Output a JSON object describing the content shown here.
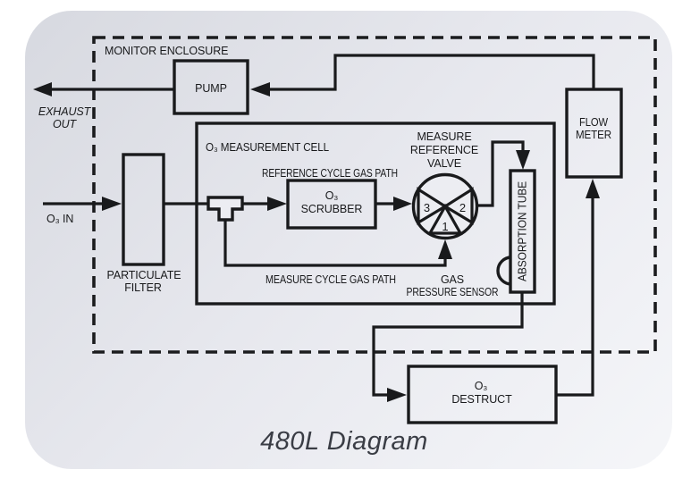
{
  "caption": "480L Diagram",
  "enclosure": {
    "label": "MONITOR ENCLOSURE"
  },
  "io": {
    "exhaust_line1": "EXHAUST",
    "exhaust_line2": "OUT",
    "inlet": "O₃ IN"
  },
  "paths": {
    "reference": "REFERENCE CYCLE GAS PATH",
    "measure": "MEASURE CYCLE GAS PATH"
  },
  "components": {
    "pump": {
      "label": "PUMP"
    },
    "particulate_filter": {
      "line1": "PARTICULATE",
      "line2": "FILTER"
    },
    "measurement_cell": {
      "label": "O₃ MEASUREMENT CELL"
    },
    "scrubber": {
      "line1": "O₃",
      "line2": "SCRUBBER"
    },
    "valve": {
      "line1": "MEASURE",
      "line2": "REFERENCE",
      "line3": "VALVE",
      "port_left": "3",
      "port_right": "2",
      "port_bottom": "1"
    },
    "absorption_tube": {
      "label": "ABSORPTION TUBE"
    },
    "pressure_sensor": {
      "line1": "GAS",
      "line2": "PRESSURE SENSOR"
    },
    "flow_meter": {
      "line1": "FLOW",
      "line2": "METER"
    },
    "destruct": {
      "line1": "O₃",
      "line2": "DESTRUCT"
    }
  },
  "colors": {
    "line": "#191a1c",
    "panel_gradient_start": "#d7d9e0",
    "panel_gradient_end": "#f5f6f9",
    "caption_text": "#3a3d45"
  }
}
